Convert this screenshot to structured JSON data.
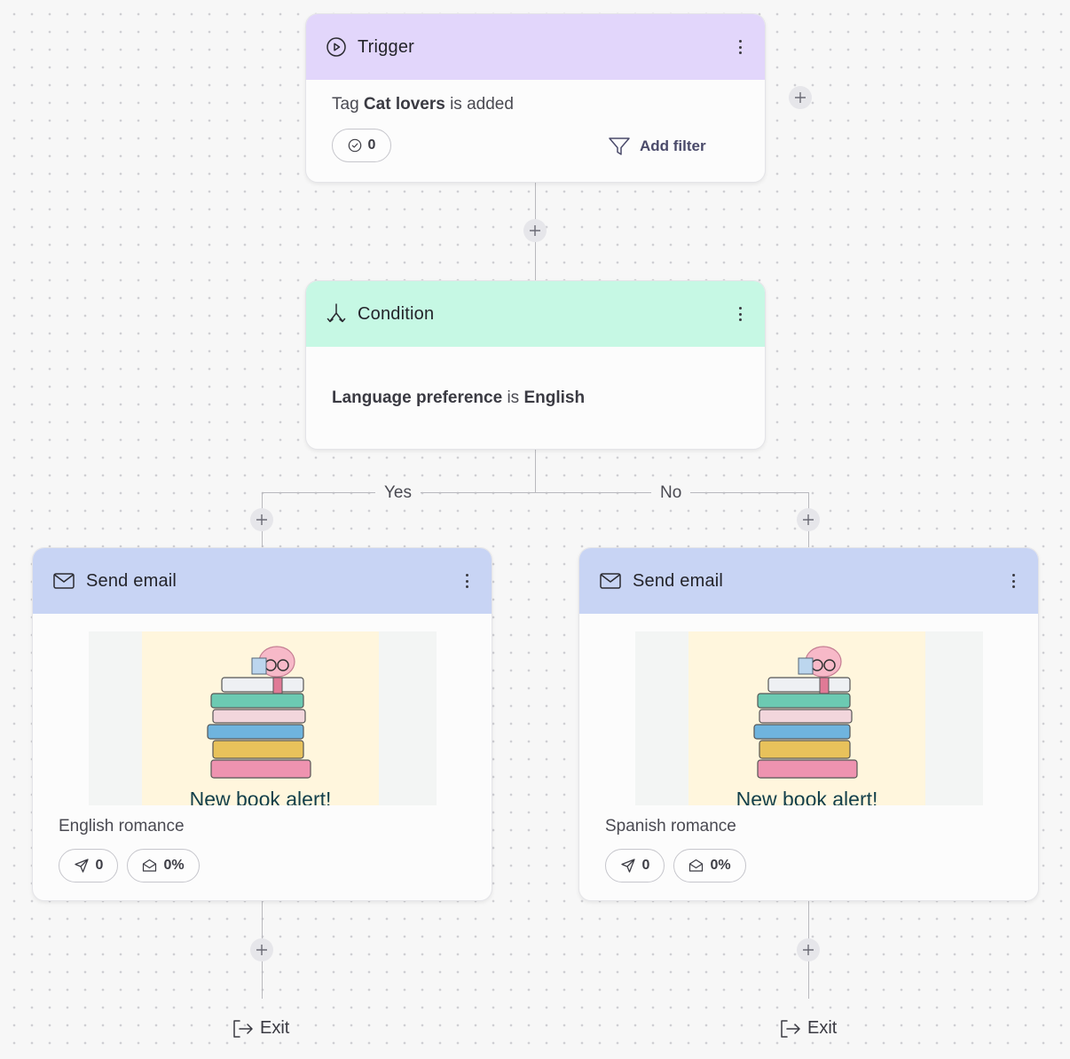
{
  "trigger": {
    "title": "Trigger",
    "icon": "play-circle-icon",
    "text_prefix": "Tag",
    "tag_name": "Cat lovers",
    "text_suffix": "is added",
    "count": "0",
    "add_filter_label": "Add filter",
    "header_color": "#e2d6fb"
  },
  "condition": {
    "title": "Condition",
    "icon": "split-icon",
    "field": "Language preference",
    "operator": "is",
    "value": "English",
    "header_color": "#c6f8e4"
  },
  "branches": {
    "yes_label": "Yes",
    "no_label": "No"
  },
  "emails": [
    {
      "title": "Send email",
      "icon": "envelope-icon",
      "poster_text": "New book alert!",
      "name": "English romance",
      "sent_count": "0",
      "open_rate": "0%",
      "header_color": "#c8d4f4"
    },
    {
      "title": "Send email",
      "icon": "envelope-icon",
      "poster_text": "New book alert!",
      "name": "Spanish romance",
      "sent_count": "0",
      "open_rate": "0%",
      "header_color": "#c8d4f4"
    }
  ],
  "exits": [
    {
      "label": "Exit",
      "icon": "exit-icon"
    },
    {
      "label": "Exit",
      "icon": "exit-icon"
    }
  ]
}
